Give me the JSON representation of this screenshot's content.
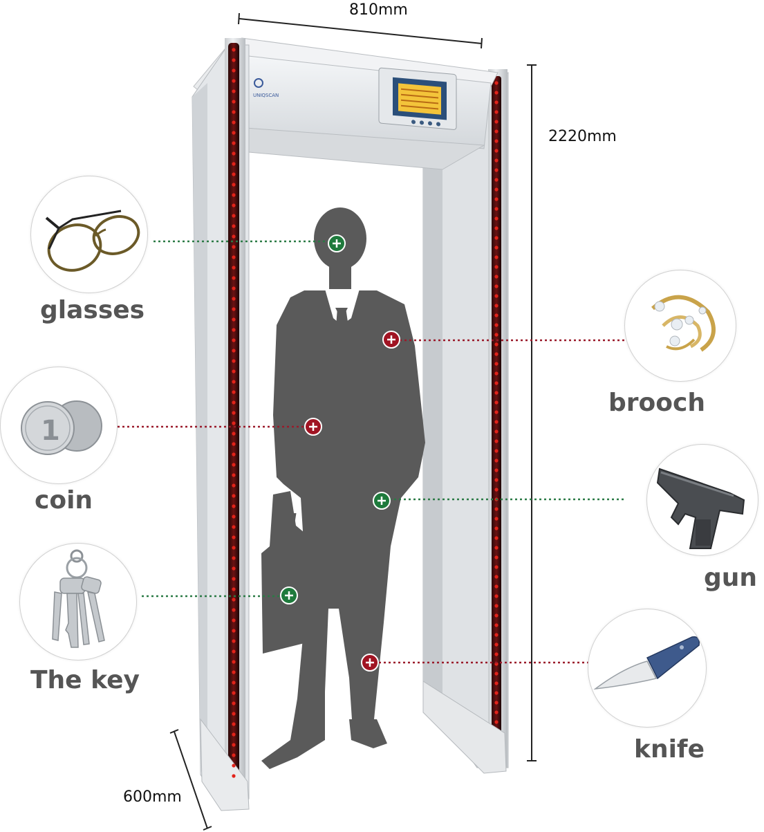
{
  "dimensions": {
    "width": "810mm",
    "height": "2220mm",
    "depth": "600mm"
  },
  "items": [
    {
      "label": "glasses",
      "detection": "pass"
    },
    {
      "label": "brooch",
      "detection": "alarm"
    },
    {
      "label": "coin",
      "detection": "alarm"
    },
    {
      "label": "gun",
      "detection": "pass"
    },
    {
      "label": "The key",
      "detection": "pass"
    },
    {
      "label": "knife",
      "detection": "alarm"
    }
  ],
  "brand": "UNIQSCAN",
  "colors": {
    "pass_marker": "#1e7a3c",
    "alarm_marker": "#a01423",
    "led": "#e2231a",
    "silhouette": "#5a5a5a",
    "label_text": "#555555"
  },
  "icons": [
    "glasses-icon",
    "brooch-icon",
    "coin-icon",
    "gun-icon",
    "key-icon",
    "knife-icon",
    "plus-marker-icon"
  ]
}
